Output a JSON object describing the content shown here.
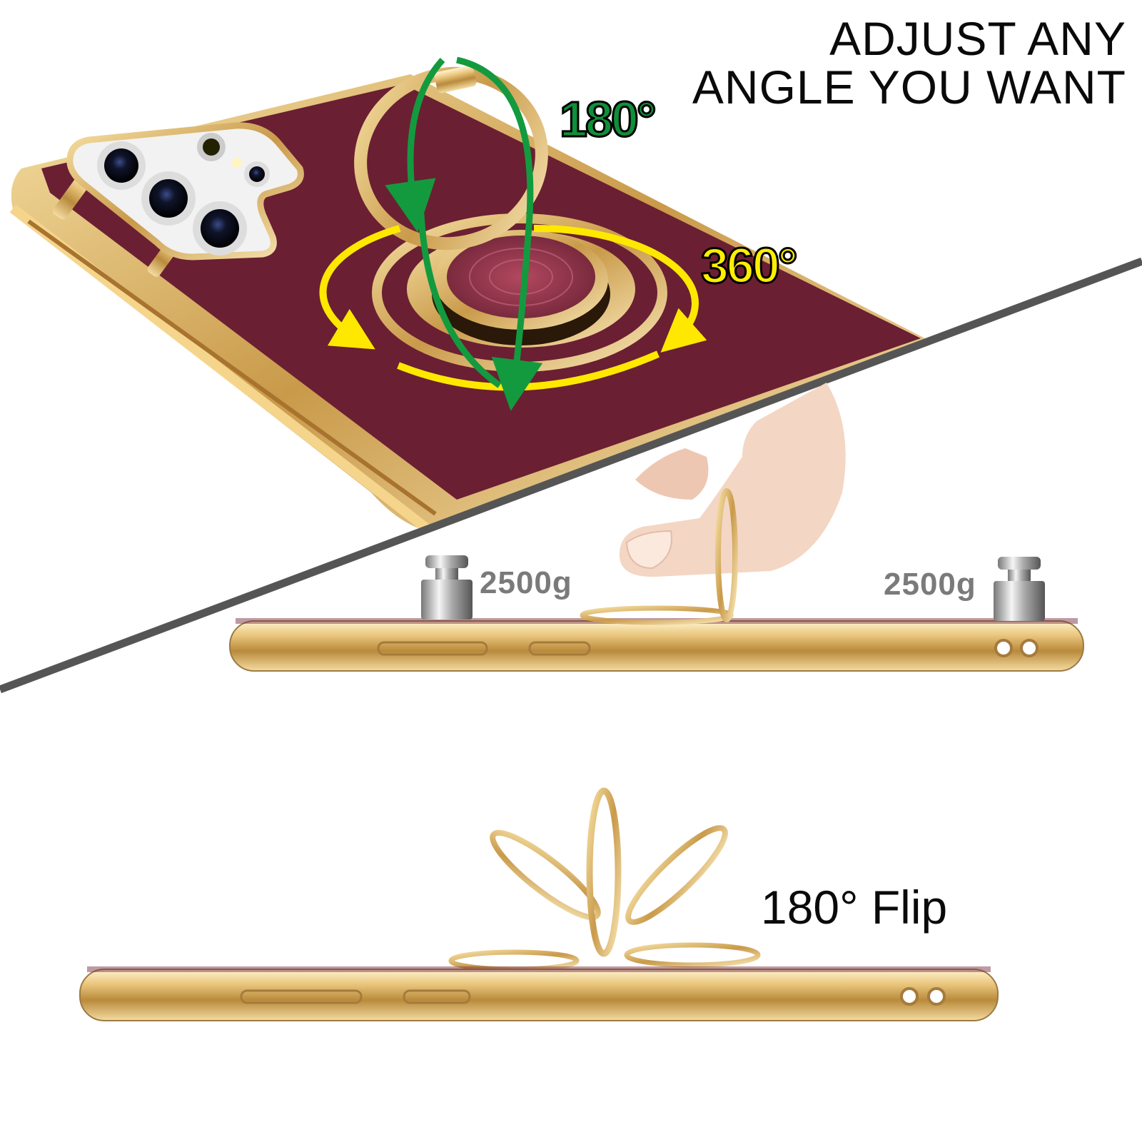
{
  "headline": {
    "line1": "ADJUST ANY",
    "line2": "ANGLE YOU WANT"
  },
  "rotation_labels": {
    "vertical": "180°",
    "horizontal": "360°"
  },
  "weights": {
    "left": "2500g",
    "right": "2500g"
  },
  "flip_label": "180° Flip",
  "colors": {
    "case_burgundy": "#6b1f32",
    "gold": "#d9b46a",
    "green_arrow": "#139a3f",
    "yellow_arrow": "#ffe800",
    "divider": "#555555",
    "weight_text": "#7a7a7a"
  }
}
